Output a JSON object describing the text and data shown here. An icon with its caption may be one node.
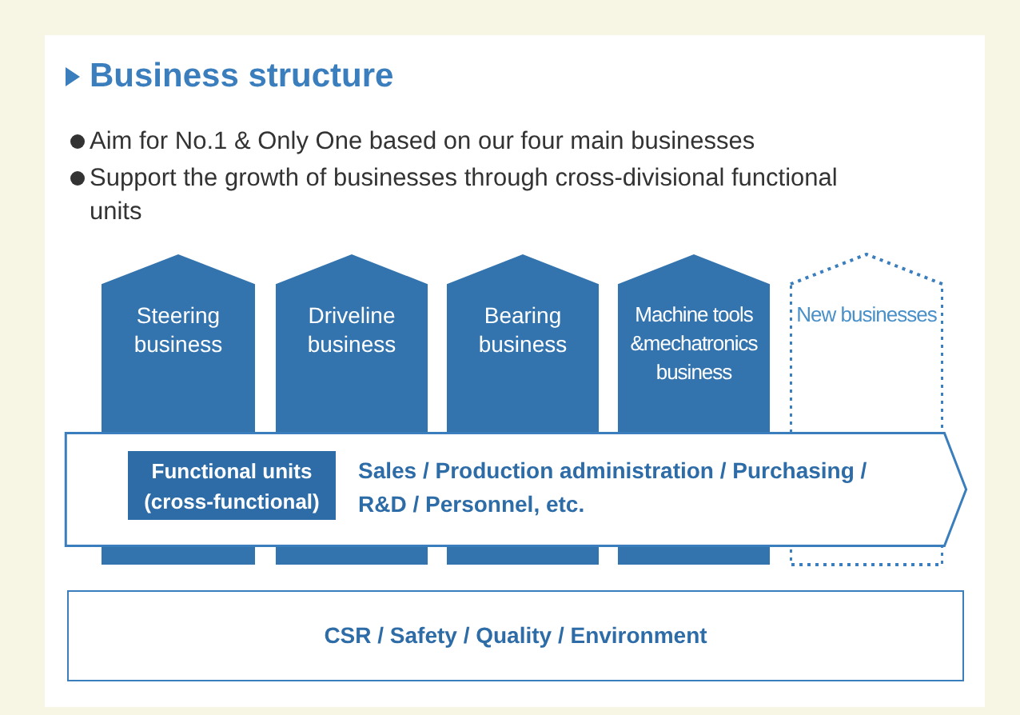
{
  "diagram": {
    "title": "Business structure",
    "nodes": [
      {
        "text": [
          "Steering business"
        ]
      },
      {
        "text": [
          "Driveline business"
        ]
      },
      {
        "text": [
          "Bearing business"
        ]
      },
      {
        "text": [
          "Machine tools &mechatronics business"
        ]
      },
      {
        "text": [
          "New businesses"
        ]
      },
      {
        "text": [
          "Sales / Production administration / Purchasing / R&D / Personnel, etc."
        ]
      },
      {
        "text": [
          "Functional units (cross-functional)"
        ],
        "in": 5
      },
      {
        "text": [
          "CSR / Safety / Quality / Environment"
        ]
      }
    ],
    "edges": [],
    "labels": [
      "Aim for No.1 & Only One based on our four main businesses",
      "Support the growth of businesses through cross-divisional functional units"
    ]
  }
}
